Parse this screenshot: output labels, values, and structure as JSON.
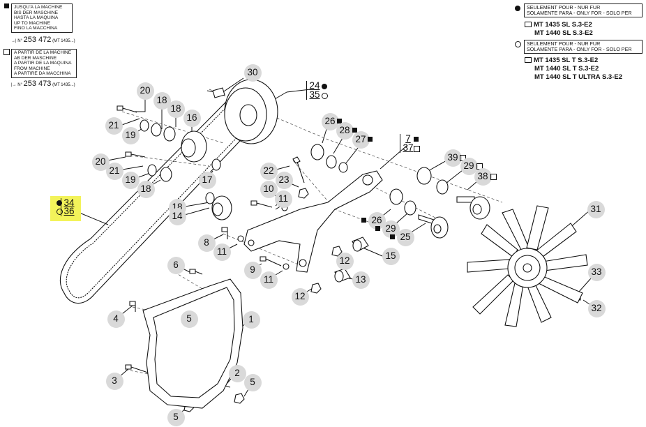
{
  "legend_top_left": {
    "box1_lines": [
      "JUSQU'A LA MACHINE",
      "BIS DER MASCHINE",
      "HASTA LA MAQUINA",
      "UP TO MACHINE",
      "FINO LA MACCHINA"
    ],
    "box1_serial_prefix": "N°",
    "box1_serial": "253 472",
    "box1_serial_note": "(MT 1435...)",
    "box2_lines": [
      "A PARTIR DE LA MACHINE",
      "AB DER MASCHINE",
      "A PARTIR DE LA MAQUINA",
      "FROM MACHINE",
      "A PARTIRE DA MACCHINA"
    ],
    "box2_serial_prefix": "N°",
    "box2_serial": "253 473",
    "box2_serial_note": "(MT 1435...)"
  },
  "legend_top_right": {
    "box1_lines": [
      "SEULEMENT POUR - NUR FUR",
      "SOLAMENTE PARA - ONLY FOR - SOLO PER"
    ],
    "box1_models": [
      "MT 1435 SL S.3-E2",
      "MT 1440 SL S.3-E2"
    ],
    "box2_lines": [
      "SEULEMENT POUR - NUR FUR",
      "SOLAMENTE PARA - ONLY FOR - SOLO PER"
    ],
    "box2_models": [
      "MT 1435 SL T S.3-E2",
      "MT 1440 SL T S.3-E2",
      "MT 1440 SL T ULTRA S.3-E2"
    ]
  },
  "callouts": [
    {
      "id": "c30",
      "label": "30"
    },
    {
      "id": "c24",
      "label": "24"
    },
    {
      "id": "c35",
      "label": "35"
    },
    {
      "id": "c20a",
      "label": "20"
    },
    {
      "id": "c18a",
      "label": "18"
    },
    {
      "id": "c18b",
      "label": "18"
    },
    {
      "id": "c16",
      "label": "16"
    },
    {
      "id": "c21a",
      "label": "21"
    },
    {
      "id": "c19a",
      "label": "19"
    },
    {
      "id": "c26a",
      "label": "26"
    },
    {
      "id": "c28",
      "label": "28"
    },
    {
      "id": "c27",
      "label": "27"
    },
    {
      "id": "c7",
      "label": "7"
    },
    {
      "id": "c37",
      "label": "37"
    },
    {
      "id": "c20b",
      "label": "20"
    },
    {
      "id": "c21b",
      "label": "21"
    },
    {
      "id": "c19b",
      "label": "19"
    },
    {
      "id": "c18c",
      "label": "18"
    },
    {
      "id": "c17",
      "label": "17"
    },
    {
      "id": "c22",
      "label": "22"
    },
    {
      "id": "c23",
      "label": "23"
    },
    {
      "id": "c10",
      "label": "10"
    },
    {
      "id": "c11a",
      "label": "11"
    },
    {
      "id": "c39",
      "label": "39"
    },
    {
      "id": "c29a",
      "label": "29"
    },
    {
      "id": "c38",
      "label": "38"
    },
    {
      "id": "c34",
      "label": "34"
    },
    {
      "id": "c36",
      "label": "36"
    },
    {
      "id": "c18d",
      "label": "18"
    },
    {
      "id": "c14",
      "label": "14"
    },
    {
      "id": "c26b",
      "label": "26"
    },
    {
      "id": "c29b",
      "label": "29"
    },
    {
      "id": "c25",
      "label": "25"
    },
    {
      "id": "c31",
      "label": "31"
    },
    {
      "id": "c8",
      "label": "8"
    },
    {
      "id": "c11b",
      "label": "11"
    },
    {
      "id": "c15",
      "label": "15"
    },
    {
      "id": "c12a",
      "label": "12"
    },
    {
      "id": "c6",
      "label": "6"
    },
    {
      "id": "c9",
      "label": "9"
    },
    {
      "id": "c11c",
      "label": "11"
    },
    {
      "id": "c13",
      "label": "13"
    },
    {
      "id": "c33",
      "label": "33"
    },
    {
      "id": "c12b",
      "label": "12"
    },
    {
      "id": "c32",
      "label": "32"
    },
    {
      "id": "c4",
      "label": "4"
    },
    {
      "id": "c5a",
      "label": "5"
    },
    {
      "id": "c1",
      "label": "1"
    },
    {
      "id": "c2",
      "label": "2"
    },
    {
      "id": "c3",
      "label": "3"
    },
    {
      "id": "c5b",
      "label": "5"
    },
    {
      "id": "c5c",
      "label": "5"
    }
  ],
  "marker_colors": {
    "highlight": "#f3f35a",
    "bubble": "#d9d9d9",
    "ink": "#111111"
  }
}
